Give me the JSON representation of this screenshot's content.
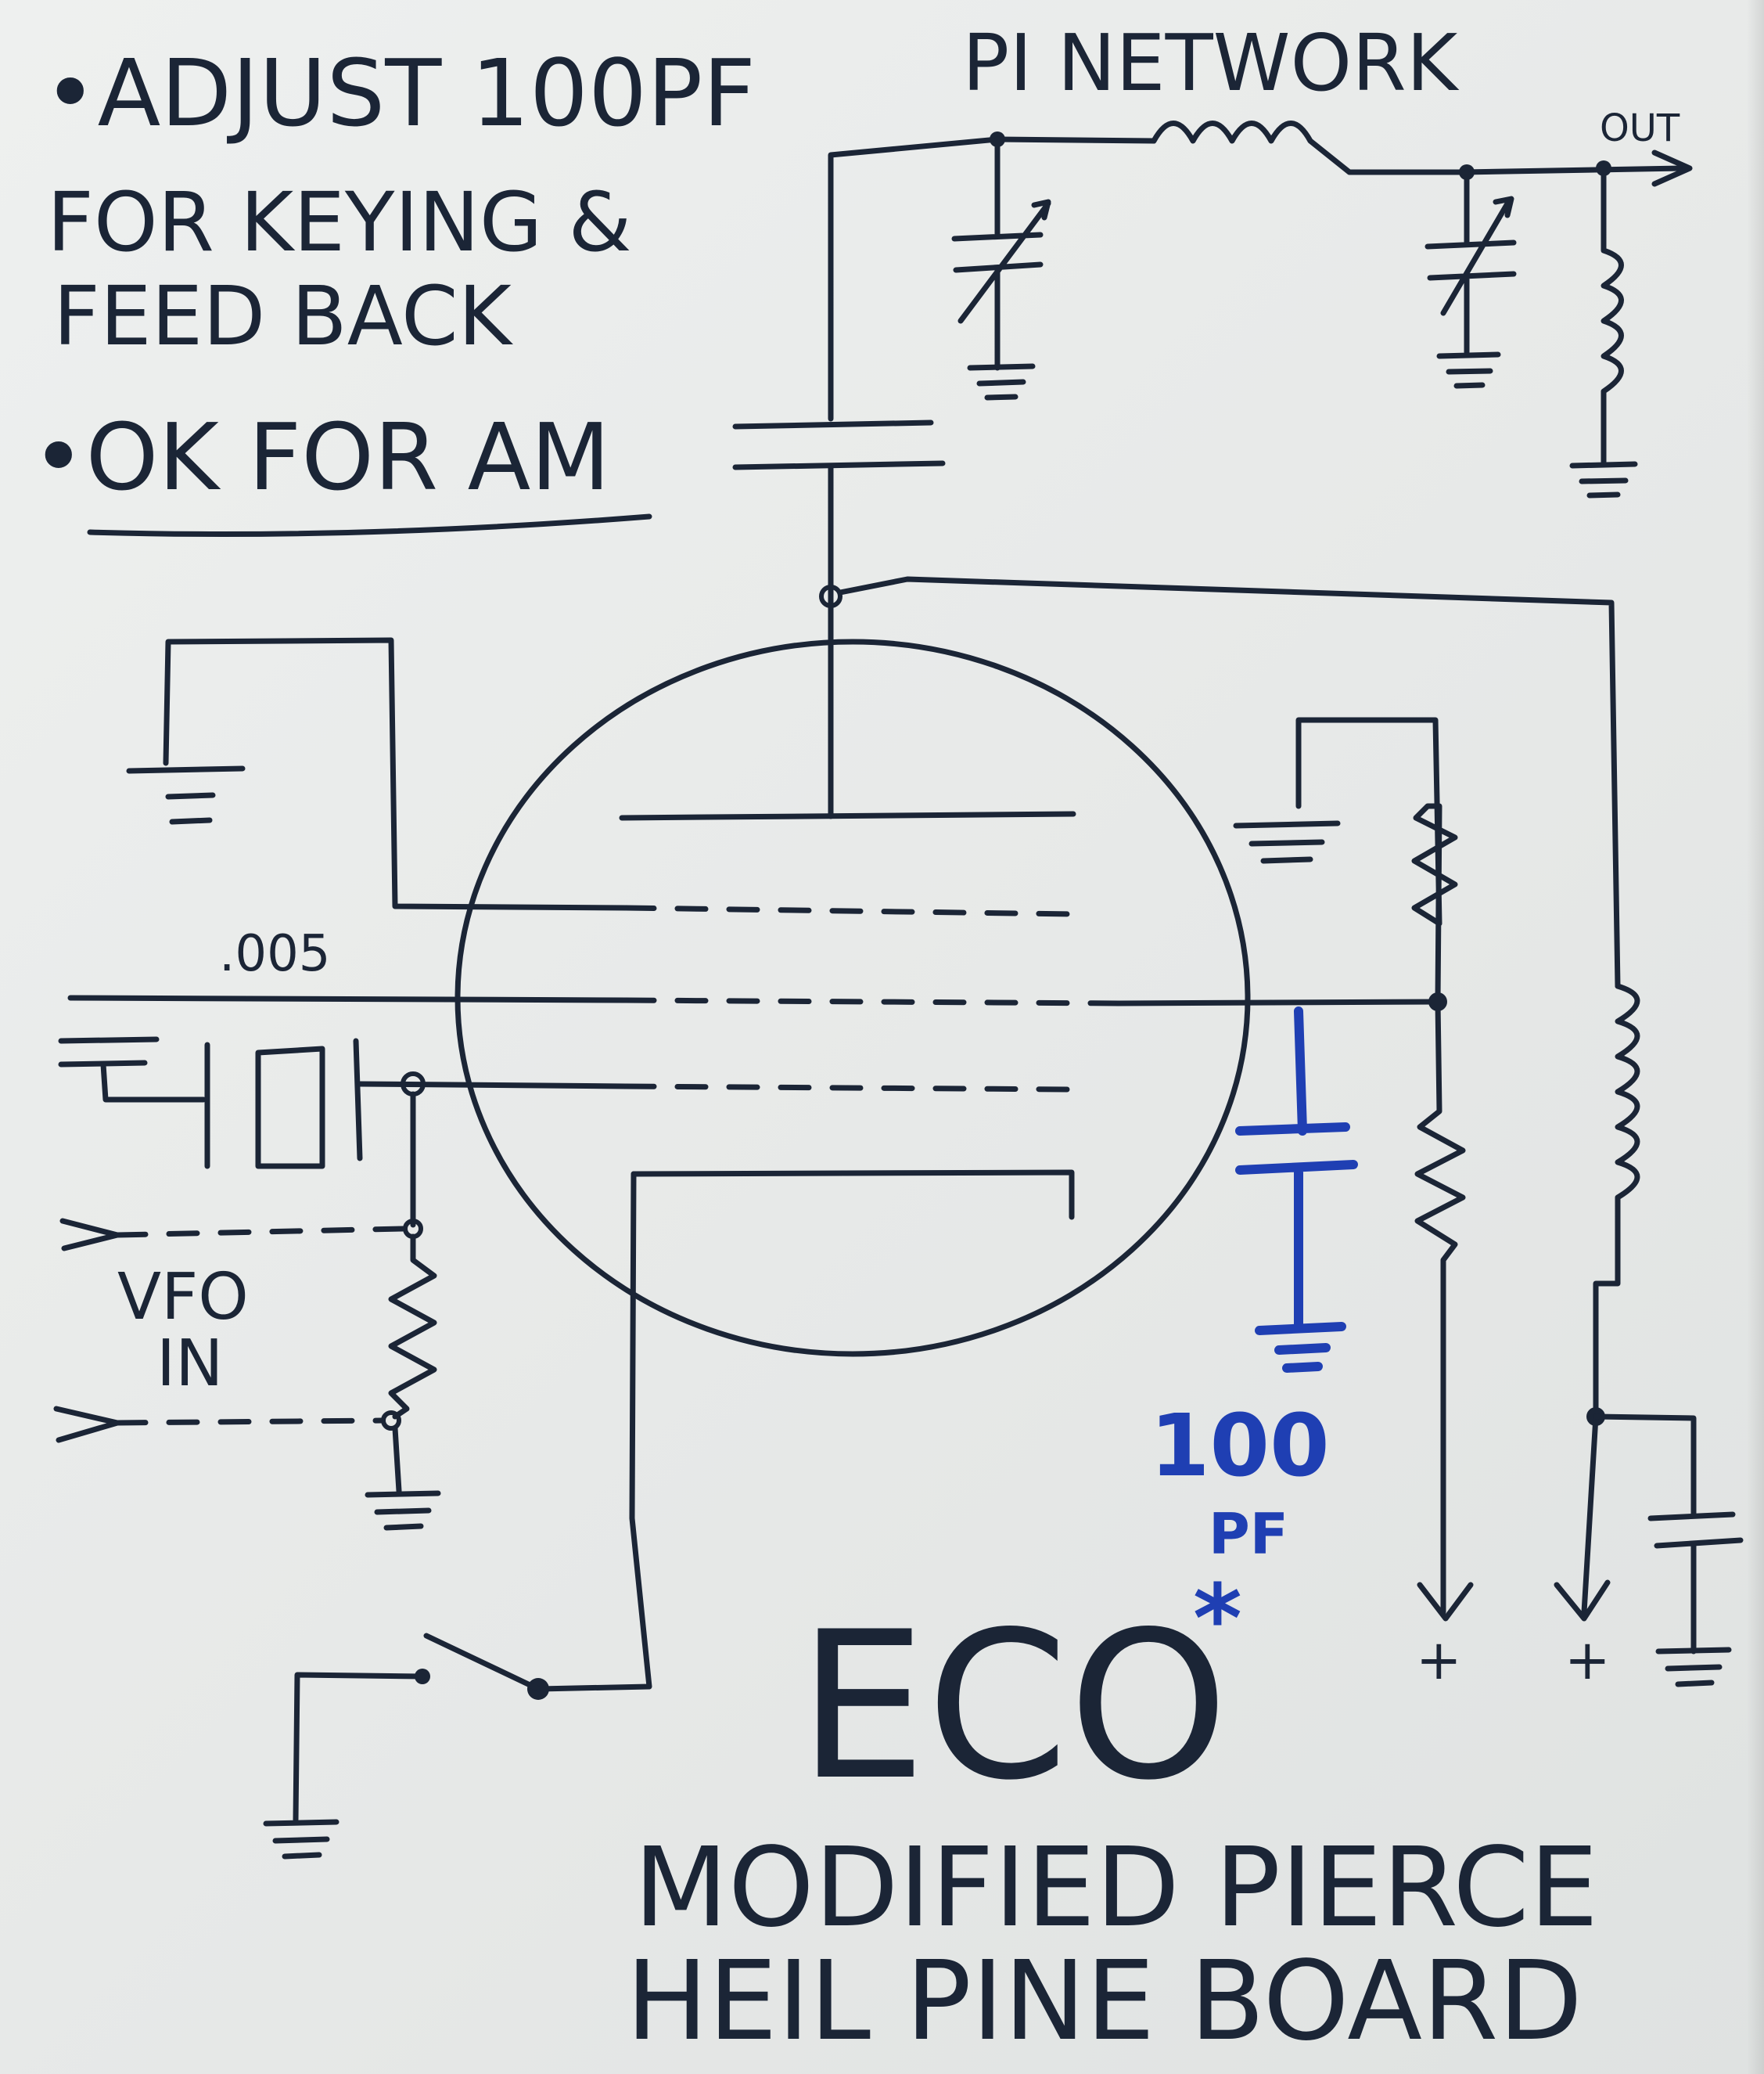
{
  "notes": {
    "line1": "•ADJUST 100PF",
    "line2": "FOR KEYING &",
    "line3": "FEED BACK",
    "line4": "•OK FOR AM"
  },
  "labels": {
    "pi_network": "PI NETWORK",
    "out": "OUT",
    "cap_005": ".005",
    "vfo": "VFO",
    "in": "IN",
    "cap_100": "100",
    "pf": "PF",
    "asterisk": "*",
    "plus_left": "+",
    "plus_right": "+"
  },
  "title": {
    "main": "ECO",
    "line1": "MODIFIED PIERCE",
    "line2": "HEIL PINE BOARD"
  },
  "colors": {
    "ink": "#1b2536",
    "blue_ink": "#1f3fb3",
    "paper": "#e9ebea"
  }
}
